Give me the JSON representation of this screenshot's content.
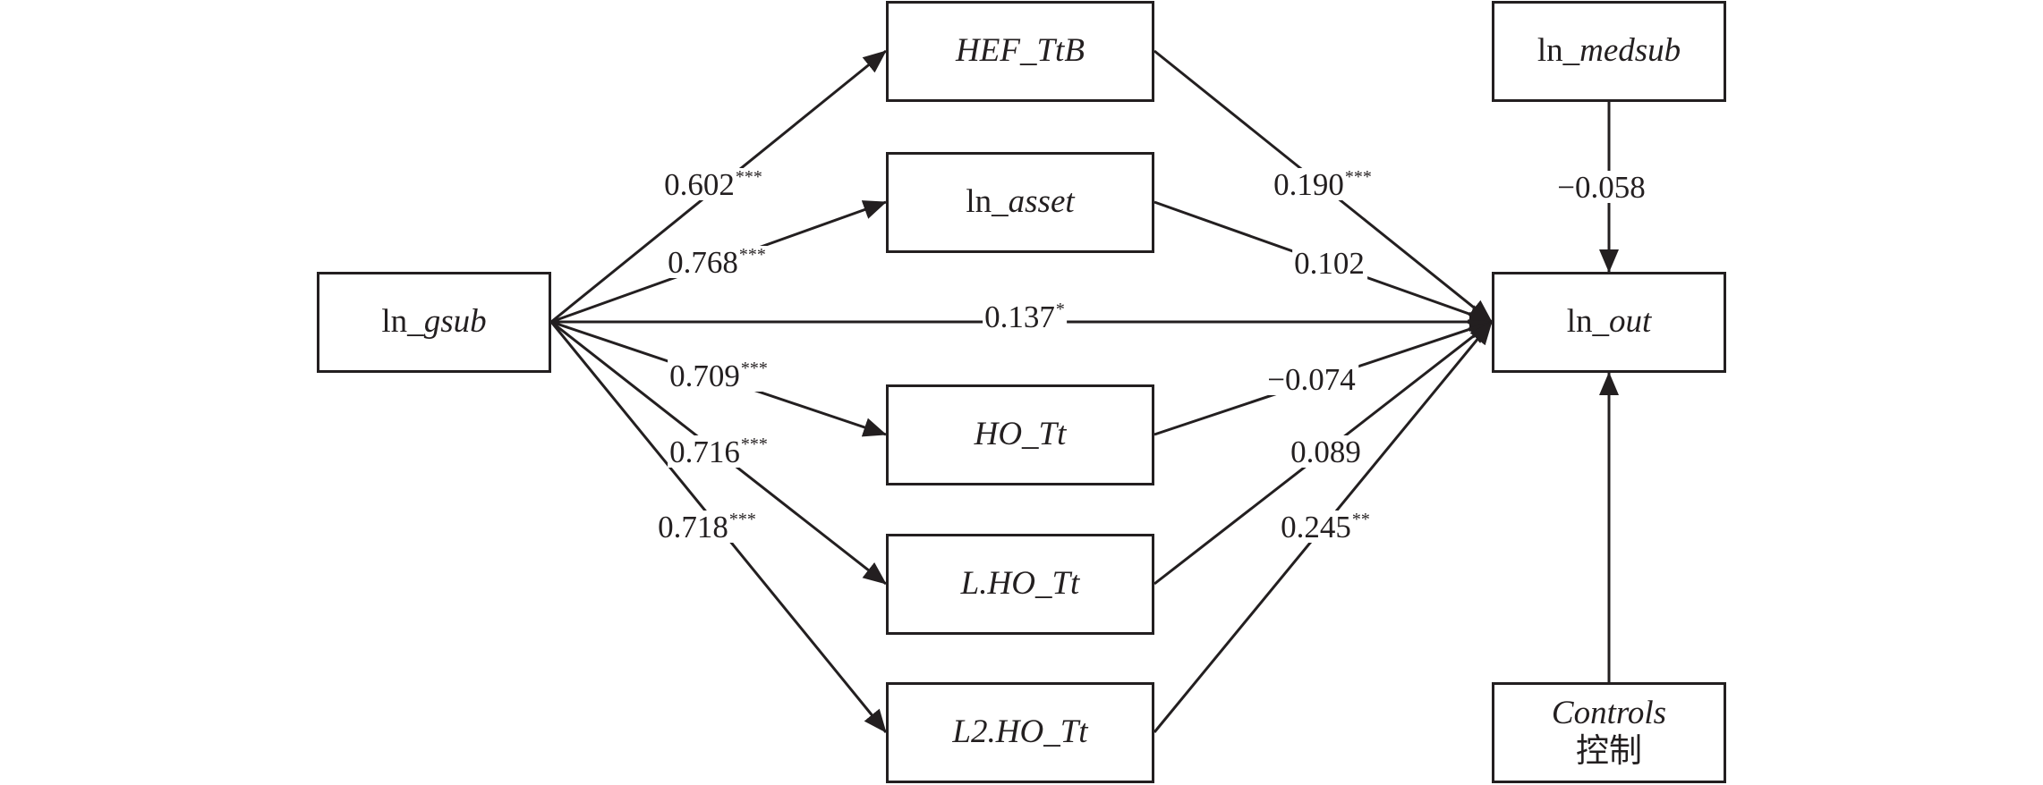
{
  "nodes": {
    "ln_gsub": {
      "prefix": "ln_",
      "italic": "gsub"
    },
    "hef_ttb": {
      "prefix": "",
      "italic": "HEF_TtB"
    },
    "ln_asset": {
      "prefix": "ln_",
      "italic": "asset"
    },
    "ho_tt": {
      "prefix": "",
      "italic": "HO_Tt"
    },
    "l_ho_tt": {
      "prefix": "",
      "italic": "L.HO_Tt"
    },
    "l2_ho_tt": {
      "prefix": "",
      "italic": "L2.HO_Tt"
    },
    "ln_medsub": {
      "prefix": "ln_",
      "italic": "medsub"
    },
    "ln_out": {
      "prefix": "ln_",
      "italic": "out"
    },
    "controls": {
      "italic": "Controls",
      "subtitle": "控制"
    }
  },
  "paths": {
    "gsub_hef": {
      "value": "0.602",
      "sig": "***"
    },
    "gsub_asset": {
      "value": "0.768",
      "sig": "***"
    },
    "gsub_out": {
      "value": "0.137",
      "sig": "*"
    },
    "gsub_ho": {
      "value": "0.709",
      "sig": "***"
    },
    "gsub_lho": {
      "value": "0.716",
      "sig": "***"
    },
    "gsub_l2ho": {
      "value": "0.718",
      "sig": "***"
    },
    "hef_out": {
      "value": "0.190",
      "sig": "***"
    },
    "asset_out": {
      "value": "0.102",
      "sig": ""
    },
    "ho_out": {
      "value": "−0.074",
      "sig": ""
    },
    "lho_out": {
      "value": "0.089",
      "sig": ""
    },
    "l2ho_out": {
      "value": "0.245",
      "sig": "**"
    },
    "medsub_out": {
      "value": "−0.058",
      "sig": ""
    }
  },
  "colors": {
    "stroke": "#231f20",
    "background": "#ffffff"
  }
}
